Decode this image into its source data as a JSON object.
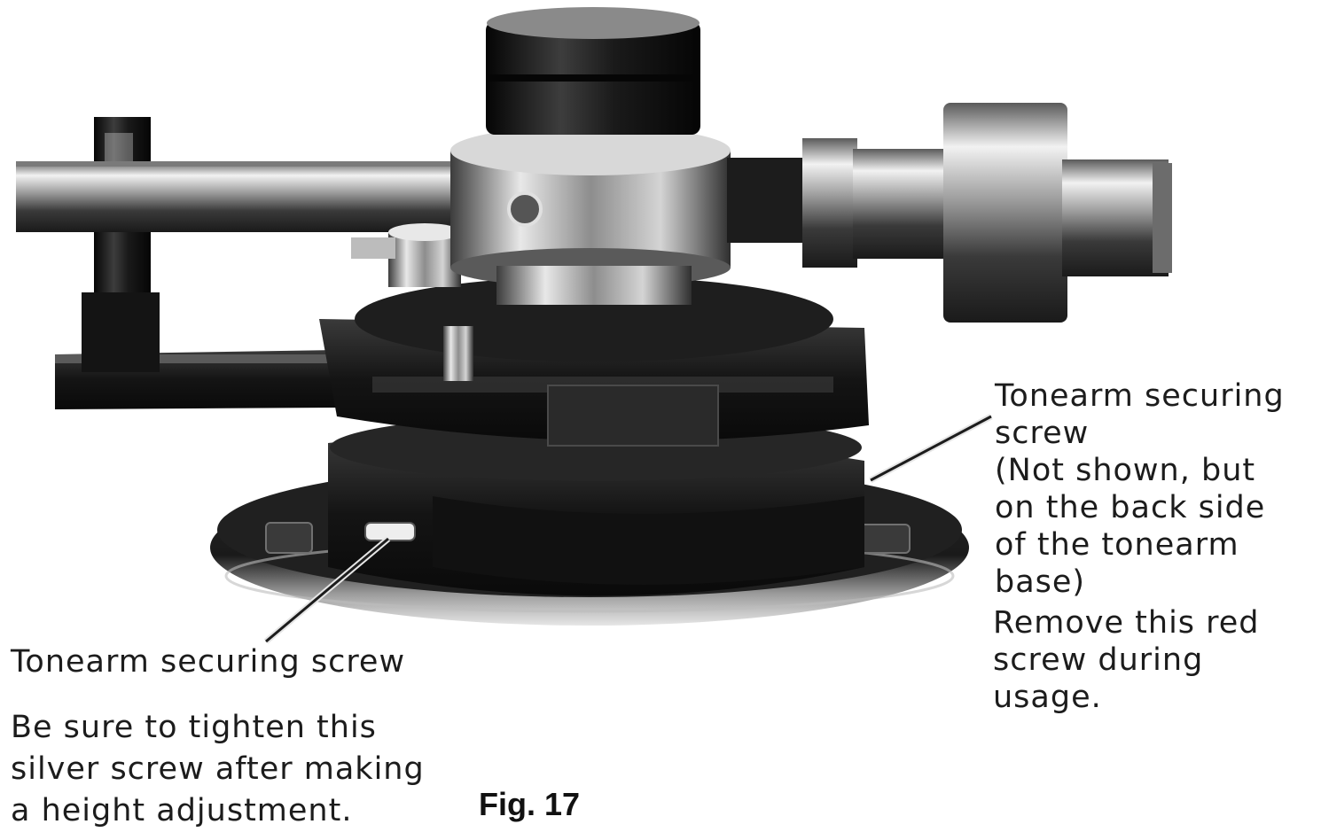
{
  "labels": {
    "left_title": "Tonearm securing screw",
    "left_note": "Be sure to tighten this\nsilver screw after making\na height adjustment.",
    "right_title": "Tonearm securing\nscrew",
    "right_paren": "(Not shown, but\non the back side\nof the tonearm\nbase)",
    "right_note": "Remove this red\nscrew during\nusage."
  },
  "caption": "Fig. 17",
  "colors": {
    "ink": "#1c1c1c",
    "chrome": "#d9d9d9",
    "black_metal": "#161616"
  }
}
